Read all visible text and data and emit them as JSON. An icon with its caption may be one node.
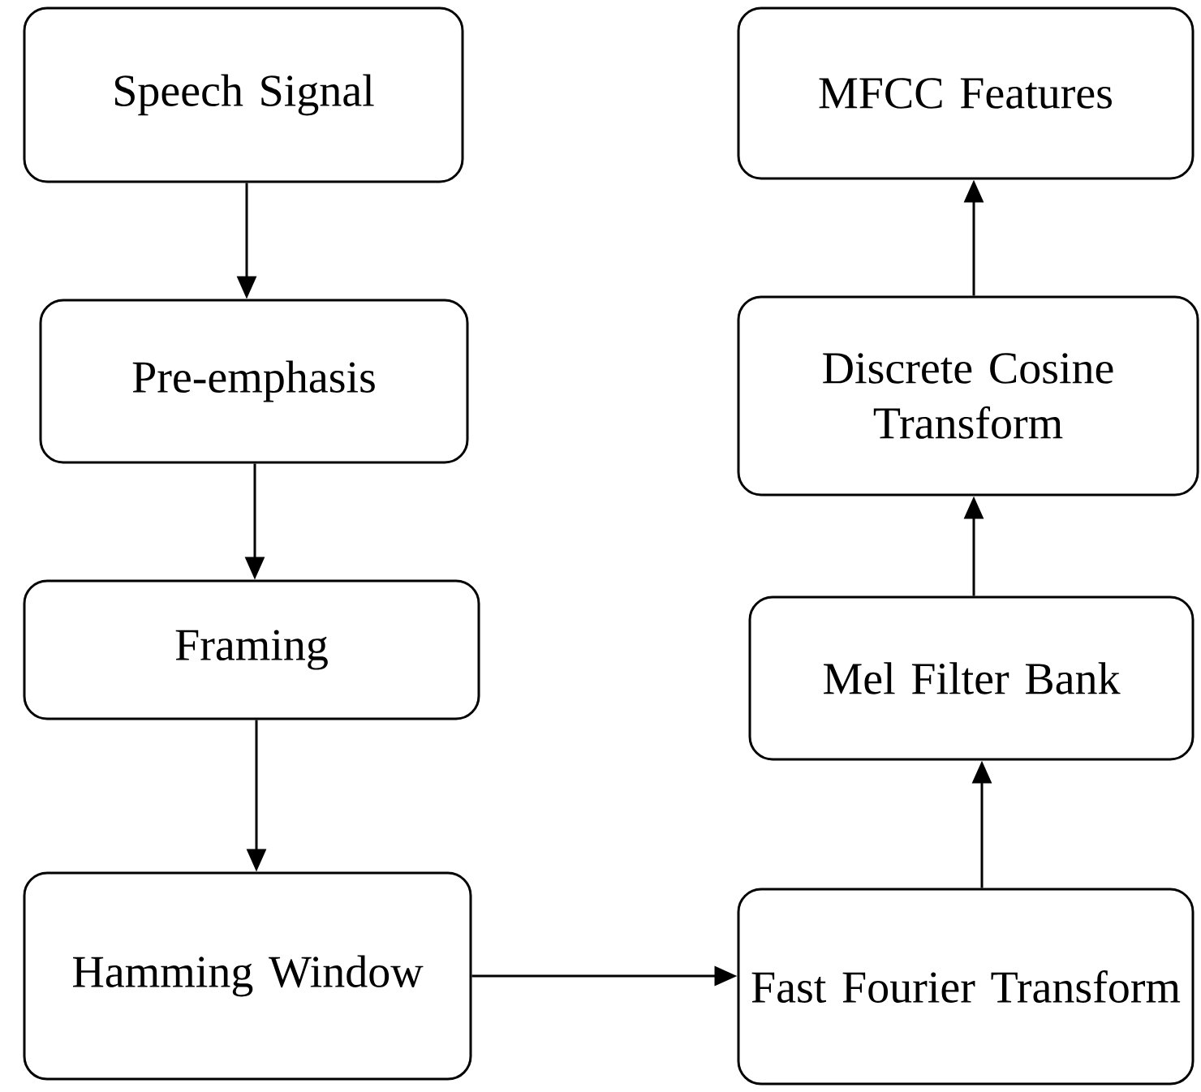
{
  "diagram": {
    "nodes": [
      {
        "text": [
          "Speech Signal"
        ]
      },
      {
        "text": [
          "Pre-emphasis"
        ]
      },
      {
        "text": [
          "Framing"
        ]
      },
      {
        "text": [
          "Hamming Window"
        ]
      },
      {
        "text": [
          "Fast Fourier Transform"
        ]
      },
      {
        "text": [
          "Mel Filter Bank"
        ]
      },
      {
        "text": [
          "Discrete Cosine Transform"
        ]
      },
      {
        "text": [
          "MFCC Features"
        ]
      }
    ],
    "edges": [
      {
        "from": 0,
        "to": 1,
        "arrow": "to"
      },
      {
        "from": 1,
        "to": 2,
        "arrow": "to"
      },
      {
        "from": 2,
        "to": 3,
        "arrow": "to"
      },
      {
        "from": 3,
        "to": 4,
        "arrow": "to"
      },
      {
        "from": 4,
        "to": 5,
        "arrow": "to"
      },
      {
        "from": 5,
        "to": 6,
        "arrow": "to"
      },
      {
        "from": 6,
        "to": 7,
        "arrow": "to"
      }
    ]
  }
}
